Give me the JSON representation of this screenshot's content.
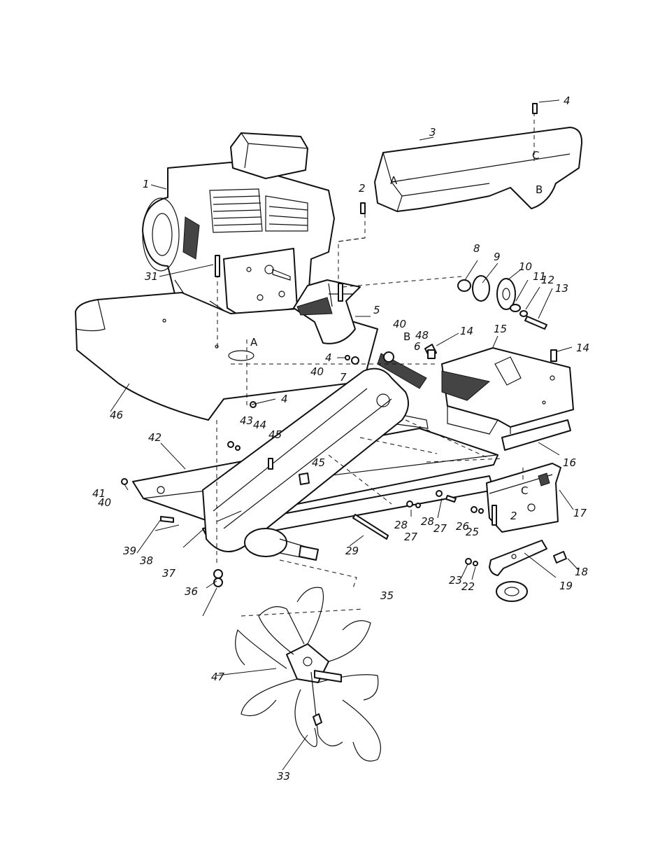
{
  "diagram": {
    "part_numbers": [
      "1",
      "2",
      "3",
      "4",
      "5",
      "6",
      "7",
      "8",
      "9",
      "10",
      "11",
      "12",
      "13",
      "14",
      "15",
      "16",
      "17",
      "18",
      "19",
      "22",
      "23",
      "25",
      "26",
      "27",
      "28",
      "29",
      "31",
      "33",
      "35",
      "36",
      "37",
      "38",
      "39",
      "40",
      "41",
      "42",
      "43",
      "44",
      "45",
      "46",
      "47",
      "48"
    ],
    "callouts": {
      "c1": "1",
      "c2a": "2",
      "c2b": "2",
      "c3": "3",
      "c4a": "4",
      "c4b": "4",
      "c4c": "4",
      "c5": "5",
      "c6": "6",
      "c7": "7",
      "c8": "8",
      "c9": "9",
      "c10": "10",
      "c11": "11",
      "c12": "12",
      "c13": "13",
      "c14a": "14",
      "c14b": "14",
      "c15": "15",
      "c16": "16",
      "c17": "17",
      "c18": "18",
      "c19": "19",
      "c22": "22",
      "c23": "23",
      "c25": "25",
      "c26": "26",
      "c27a": "27",
      "c27b": "27",
      "c28a": "28",
      "c28b": "28",
      "c29": "29",
      "c31": "31",
      "c33": "33",
      "c35": "35",
      "c36": "36",
      "c37": "37",
      "c38": "38",
      "c39": "39",
      "c40a": "40",
      "c40b": "40",
      "c40c": "40",
      "c41": "41",
      "c42": "42",
      "c43": "43",
      "c44": "44",
      "c45a": "45",
      "c45b": "45",
      "c46": "46",
      "c47": "47",
      "c48": "48"
    },
    "reference_letters": {
      "a1": "A",
      "a2": "A",
      "b1": "B",
      "b2": "B",
      "cc1": "C",
      "cc2": "C"
    }
  }
}
